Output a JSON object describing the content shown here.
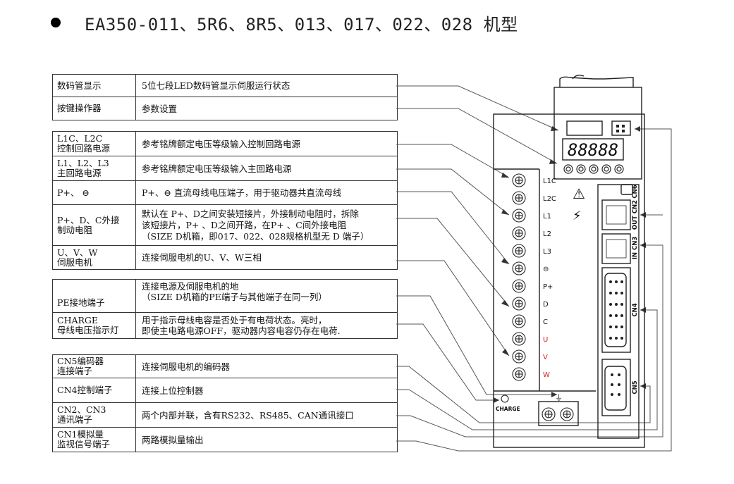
{
  "header": {
    "model_title": "EA350-011、5R6、8R5、013、017、022、028 机型"
  },
  "groups": [
    {
      "rows": [
        {
          "label": [
            "数码管显示"
          ],
          "desc": [
            "5位七段LED数码管显示伺服运行状态"
          ]
        },
        {
          "label": [
            "按键操作器"
          ],
          "desc": [
            "参数设置"
          ]
        }
      ]
    },
    {
      "rows": [
        {
          "label": [
            "L1C、L2C",
            "控制回路电源"
          ],
          "desc": [
            "参考铭牌额定电压等级输入控制回路电源"
          ]
        },
        {
          "label": [
            "L1、L2、L3",
            "主回路电源"
          ],
          "desc": [
            "参考铭牌额定电压等级输入主回路电源"
          ]
        },
        {
          "label": [
            "P+、  ⊖"
          ],
          "desc": [
            "P+、⊖ 直流母线电压端子，用于驱动器共直流母线"
          ]
        },
        {
          "label": [
            "P+、D、C外接",
            "制动电阻"
          ],
          "desc": [
            "默认在 P+、D之间安装短接片，外接制动电阻时，拆除",
            "该短接片，P+ 、D之间开路，在P+ 、C间外接电阻",
            "（SIZE D机箱，即017、022、028规格机型无 D 端子）"
          ]
        },
        {
          "label": [
            "U、V、W",
            "伺服电机"
          ],
          "desc": [
            "连接伺服电机的U、V、W三相"
          ]
        }
      ]
    },
    {
      "rows": [
        {
          "label": [
            "PE接地端子"
          ],
          "desc": [
            "连接电源及伺服电机的地",
            "（SIZE D机箱的PE端子与其他端子在同一列）"
          ]
        },
        {
          "label": [
            "CHARGE",
            "母线电压指示灯"
          ],
          "desc": [
            "用于指示母线电容是否处于有电荷状态。亮时，",
            "即使主电路电源OFF，驱动器内容电容仍存在电荷."
          ]
        }
      ]
    },
    {
      "rows": [
        {
          "label": [
            "CN5编码器",
            "连接端子"
          ],
          "desc": [
            "连接伺服电机的编码器"
          ]
        },
        {
          "label": [
            "CN4控制端子"
          ],
          "desc": [
            "连接上位控制器"
          ]
        },
        {
          "label": [
            "CN2、CN3",
            "通讯端子"
          ],
          "desc": [
            "两个内部并联，含有RS232、RS485、CAN通讯接口"
          ]
        },
        {
          "label": [
            "CN1模拟量",
            "监视信号端子"
          ],
          "desc": [
            "两路模拟量输出"
          ]
        }
      ]
    }
  ],
  "drive": {
    "display_digits": "88888",
    "terminals": [
      "L1C",
      "L2C",
      "L1",
      "L2",
      "L3",
      "⊖",
      "P+",
      "D",
      "C",
      "U",
      "V",
      "W"
    ],
    "charge_label": "CHARGE",
    "ground_symbol": "⏚",
    "connectors": [
      "CN6",
      "OUT CN2",
      "IN CN3",
      "CN4",
      "CN5"
    ],
    "warning_symbols": [
      "⚠",
      "⚡"
    ],
    "uvw_color": "#d62020"
  }
}
